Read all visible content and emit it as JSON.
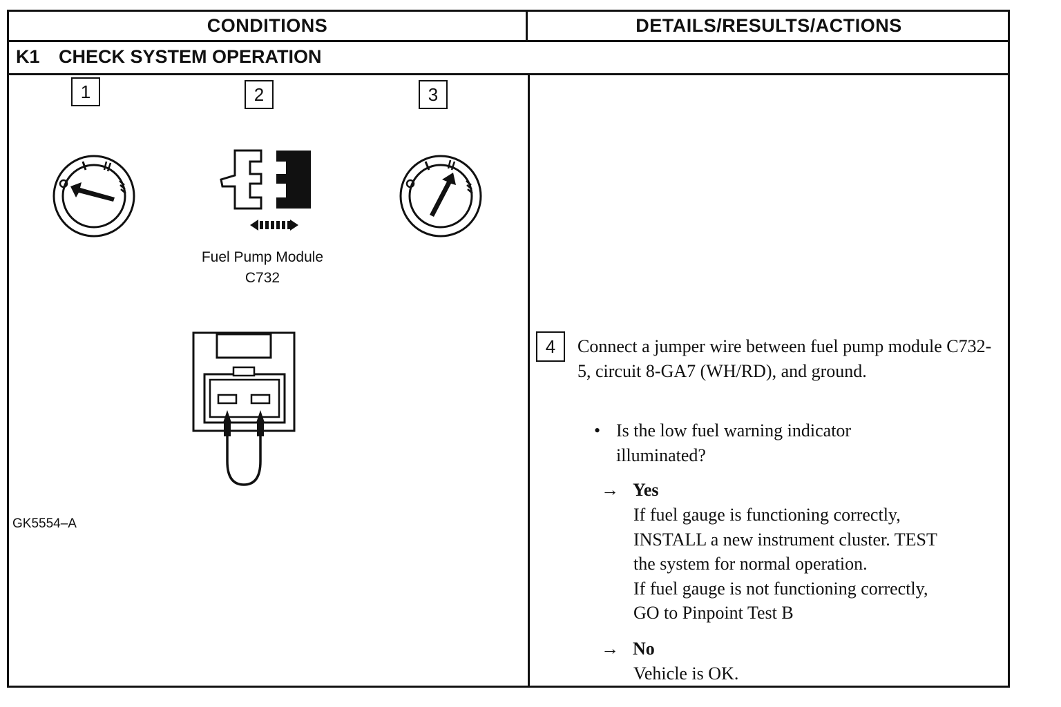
{
  "header": {
    "conditions": "CONDITIONS",
    "details": "DETAILS/RESULTS/ACTIONS"
  },
  "step": {
    "id": "K1",
    "title": "CHECK SYSTEM OPERATION"
  },
  "illustrations": {
    "labels": [
      "1",
      "2",
      "3"
    ],
    "connector_caption_line1": "Fuel Pump Module",
    "connector_caption_line2": "C732",
    "figure_id": "GK5554–A",
    "icons": [
      "ignition-switch-off-icon",
      "connector-disconnect-icon",
      "ignition-switch-run-icon",
      "jumper-wire-connector-icon"
    ]
  },
  "details": {
    "step_number": "4",
    "instruction": "Connect a jumper wire between fuel pump module C732-5, circuit 8-GA7 (WH/RD), and ground.",
    "question": "Is the low fuel warning indicator illuminated?",
    "bullet": "•",
    "arrow": "→",
    "yes": {
      "label": "Yes",
      "lines": [
        "If fuel gauge is functioning correctly,",
        "INSTALL a new instrument cluster. TEST",
        "the system for normal operation.",
        "If fuel gauge is not functioning correctly,",
        "GO to Pinpoint Test B"
      ]
    },
    "no": {
      "label": "No",
      "lines": [
        "Vehicle is OK."
      ]
    }
  }
}
